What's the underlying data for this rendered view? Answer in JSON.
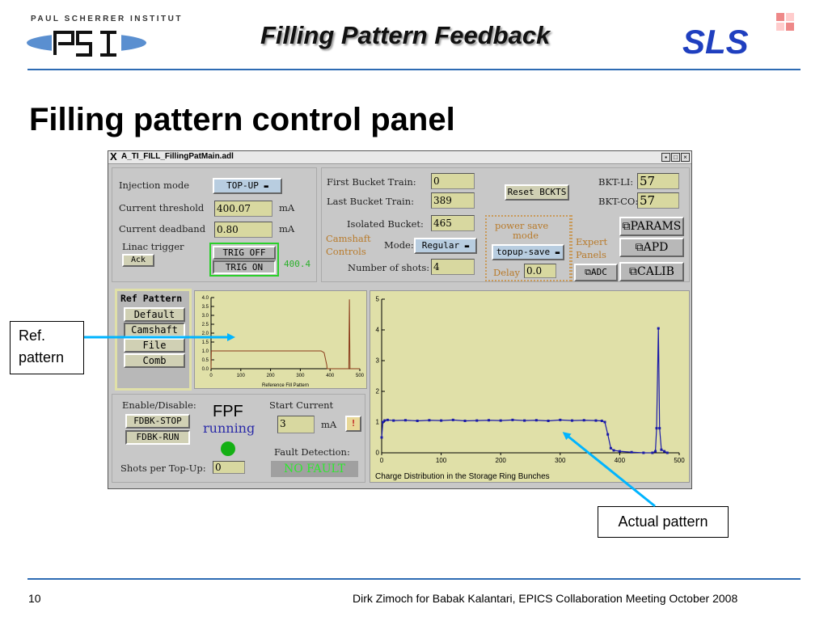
{
  "slide": {
    "org_name": "PAUL SCHERRER INSTITUT",
    "org_logo": "PSI",
    "title": "Filling Pattern Feedback",
    "brand_logo": "SLS",
    "heading": "Filling pattern control panel",
    "page_number": "10",
    "footer": "Dirk Zimoch for Babak Kalantari, EPICS Collaboration Meeting October 2008",
    "accent_color": "#2d6bb3"
  },
  "callouts": {
    "ref": "Ref.\npattern",
    "ref_line1": "Ref.",
    "ref_line2": "pattern",
    "actual": "Actual pattern",
    "arrow_color": "#00b4ff"
  },
  "window": {
    "title": "A_TI_FILL_FillingPatMain.adl",
    "controls": [
      "▪",
      "□",
      "×"
    ]
  },
  "injection": {
    "mode_label": "Injection mode",
    "mode_value": "TOP-UP",
    "threshold_label": "Current threshold",
    "threshold_value": "400.07",
    "threshold_unit": "mA",
    "deadband_label": "Current deadband",
    "deadband_value": "0.80",
    "deadband_unit": "mA",
    "linac_label": "Linac trigger",
    "ack_label": "Ack",
    "trig_off": "TRIG OFF",
    "trig_on": "TRIG ON",
    "readout": "400.4"
  },
  "buckets": {
    "first_label": "First Bucket Train:",
    "first_value": "0",
    "last_label": "Last Bucket Train:",
    "last_value": "389",
    "isolated_label": "Isolated Bucket:",
    "isolated_value": "465",
    "camshaft_label": "Camshaft\nControls",
    "camshaft_line1": "Camshaft",
    "camshaft_line2": "Controls",
    "mode_label": "Mode:",
    "mode_value": "Regular",
    "shots_label": "Number of shots:",
    "shots_value": "4",
    "reset_label": "Reset BCKTS"
  },
  "power_save": {
    "title_line1": "power save",
    "title_line2": "mode",
    "mode_value": "topup-save",
    "delay_label": "Delay",
    "delay_value": "0.0"
  },
  "bkt": {
    "li_label": "BKT-LI:",
    "li_value": "57",
    "co_label": "BKT-CO:",
    "co_value": "57"
  },
  "expert": {
    "label_line1": "Expert",
    "label_line2": "Panels",
    "params": "PARAMS",
    "apd": "APD",
    "adc": "ADC",
    "calib": "CALIB"
  },
  "ref_pattern": {
    "title": "Ref Pattern",
    "items": [
      "Default",
      "Camshaft",
      "File",
      "Comb"
    ]
  },
  "feedback": {
    "enable_label": "Enable/Disable:",
    "stop": "FDBK-STOP",
    "run": "FDBK-RUN",
    "fpf": "FPF",
    "status": "running",
    "start_current_label": "Start Current",
    "start_current_value": "3",
    "start_current_unit": "mA",
    "warn": "!",
    "fault_label": "Fault Detection:",
    "fault_value": "NO FAULT",
    "shots_label": "Shots per Top-Up:",
    "shots_value": "0"
  },
  "chart_data": [
    {
      "type": "line",
      "title": "",
      "xlabel": "Reference Fill Pattern",
      "ylabel": "",
      "xlim": [
        0,
        500
      ],
      "ylim": [
        0,
        4.0
      ],
      "x_ticks": [
        0,
        100,
        200,
        300,
        400,
        500
      ],
      "y_ticks": [
        0.0,
        0.5,
        1.0,
        1.5,
        2.0,
        2.5,
        3.0,
        3.5,
        4.0
      ],
      "y_tick_labels": [
        "0.0",
        "0.5",
        "1.0",
        "1.5",
        "2.0",
        "2.5",
        "3.0",
        "3.5",
        "4.0"
      ],
      "series": [
        {
          "x": [
            0,
            1,
            370,
            380,
            389,
            390,
            460,
            463,
            465,
            467,
            470,
            500
          ],
          "y": [
            0.0,
            1.0,
            1.0,
            0.9,
            0.2,
            0.0,
            0.0,
            0.0,
            3.9,
            0.0,
            0.0,
            0.0
          ]
        }
      ]
    },
    {
      "type": "scatter",
      "title": "",
      "xlabel": "Charge Distribution in the Storage Ring Bunches",
      "ylabel": "",
      "xlim": [
        0,
        500
      ],
      "ylim": [
        0,
        5
      ],
      "x_ticks": [
        0,
        100,
        200,
        300,
        400,
        500
      ],
      "y_ticks": [
        0,
        1,
        2,
        3,
        4,
        5
      ],
      "series": [
        {
          "x": [
            0,
            2,
            5,
            10,
            20,
            40,
            60,
            80,
            100,
            120,
            140,
            160,
            180,
            200,
            220,
            240,
            260,
            280,
            300,
            320,
            340,
            360,
            370,
            375,
            380,
            385,
            390,
            400,
            420,
            440,
            455,
            460,
            462,
            465,
            467,
            470,
            475,
            480
          ],
          "y": [
            0.5,
            1.0,
            1.05,
            1.07,
            1.05,
            1.06,
            1.04,
            1.06,
            1.05,
            1.07,
            1.04,
            1.05,
            1.06,
            1.05,
            1.07,
            1.05,
            1.06,
            1.04,
            1.07,
            1.05,
            1.06,
            1.05,
            1.04,
            1.0,
            0.6,
            0.15,
            0.08,
            0.05,
            0.02,
            0.0,
            0.0,
            0.05,
            0.8,
            4.05,
            0.8,
            0.1,
            0.05,
            0.0
          ]
        }
      ]
    }
  ]
}
